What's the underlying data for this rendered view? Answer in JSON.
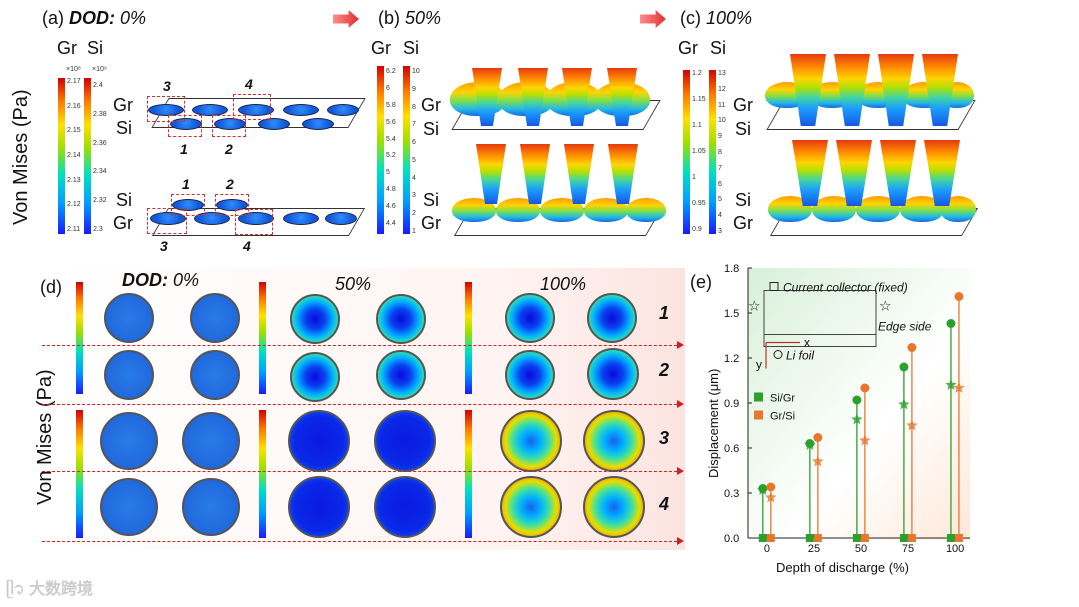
{
  "panel_a": {
    "label": "(a)",
    "dod": "DOD:",
    "pct": "0%",
    "gr": "Gr",
    "si": "Si",
    "cb_gr_exp": "×10⁸",
    "cb_si_exp": "×10⁹",
    "cb_gr_ticks": [
      "2.17",
      "2.16",
      "2.15",
      "2.14",
      "2.13",
      "2.12",
      "2.11"
    ],
    "cb_si_ticks": [
      "2.4",
      "2.38",
      "2.36",
      "2.34",
      "2.32",
      "2.3"
    ]
  },
  "panel_b": {
    "label": "(b)",
    "pct": "50%",
    "gr": "Gr",
    "si": "Si",
    "cb_gr_ticks": [
      "6.2",
      "6",
      "5.8",
      "5.6",
      "5.4",
      "5.2",
      "5",
      "4.8",
      "4.6",
      "4.4"
    ],
    "cb_si_ticks": [
      "10",
      "9",
      "8",
      "7",
      "6",
      "5",
      "4",
      "3",
      "2",
      "1"
    ]
  },
  "panel_c": {
    "label": "(c)",
    "pct": "100%",
    "gr": "Gr",
    "si": "Si",
    "cb_gr_ticks": [
      "1.2",
      "1.15",
      "1.1",
      "1.05",
      "1",
      "0.95",
      "0.9"
    ],
    "cb_si_ticks": [
      "13",
      "12",
      "11",
      "10",
      "9",
      "8",
      "7",
      "6",
      "5",
      "4",
      "3"
    ]
  },
  "plate_labels": {
    "gr": "Gr",
    "si": "Si",
    "n1": "1",
    "n2": "2",
    "n3": "3",
    "n4": "4"
  },
  "ylabel_top": "Von Mises (Pa)",
  "panel_d": {
    "label": "(d)",
    "dod": "DOD:",
    "pct0": "0%",
    "pct50": "50%",
    "pct100": "100%",
    "rows": [
      "1",
      "2",
      "3",
      "4"
    ],
    "ylabel": "Von Mises (Pa)"
  },
  "panel_e": {
    "label": "(e)"
  },
  "chart_data": {
    "type": "scatter",
    "xlabel": "Depth of discharge (%)",
    "ylabel": "Displacement (μm)",
    "x": [
      0,
      25,
      50,
      75,
      100
    ],
    "xticks": [
      "0",
      "25",
      "50",
      "75",
      "100"
    ],
    "yticks": [
      "0.0",
      "0.3",
      "0.6",
      "0.9",
      "1.2",
      "1.5",
      "1.8"
    ],
    "ylim": [
      0,
      1.8
    ],
    "series": [
      {
        "name": "Si/Gr",
        "color": "#2ca02c",
        "current_collector": [
          0.0,
          0.0,
          0.0,
          0.0,
          0.0
        ],
        "li_foil": [
          0.33,
          0.63,
          0.92,
          1.14,
          1.43
        ],
        "edge": [
          0.32,
          0.62,
          0.79,
          0.89,
          1.02
        ]
      },
      {
        "name": "Gr/Si",
        "color": "#e8772e",
        "current_collector": [
          0.0,
          0.0,
          0.0,
          0.0,
          0.0
        ],
        "li_foil": [
          0.34,
          0.67,
          1.0,
          1.27,
          1.61
        ],
        "edge": [
          0.27,
          0.51,
          0.65,
          0.75,
          1.0
        ]
      }
    ],
    "annotations": {
      "current_collector": "Current collector (fixed)",
      "edge_side": "Edge side",
      "li_foil": "Li foil",
      "x_axis": "x",
      "y_axis": "y"
    },
    "legend": "center-left"
  },
  "watermark": "大数跨境"
}
